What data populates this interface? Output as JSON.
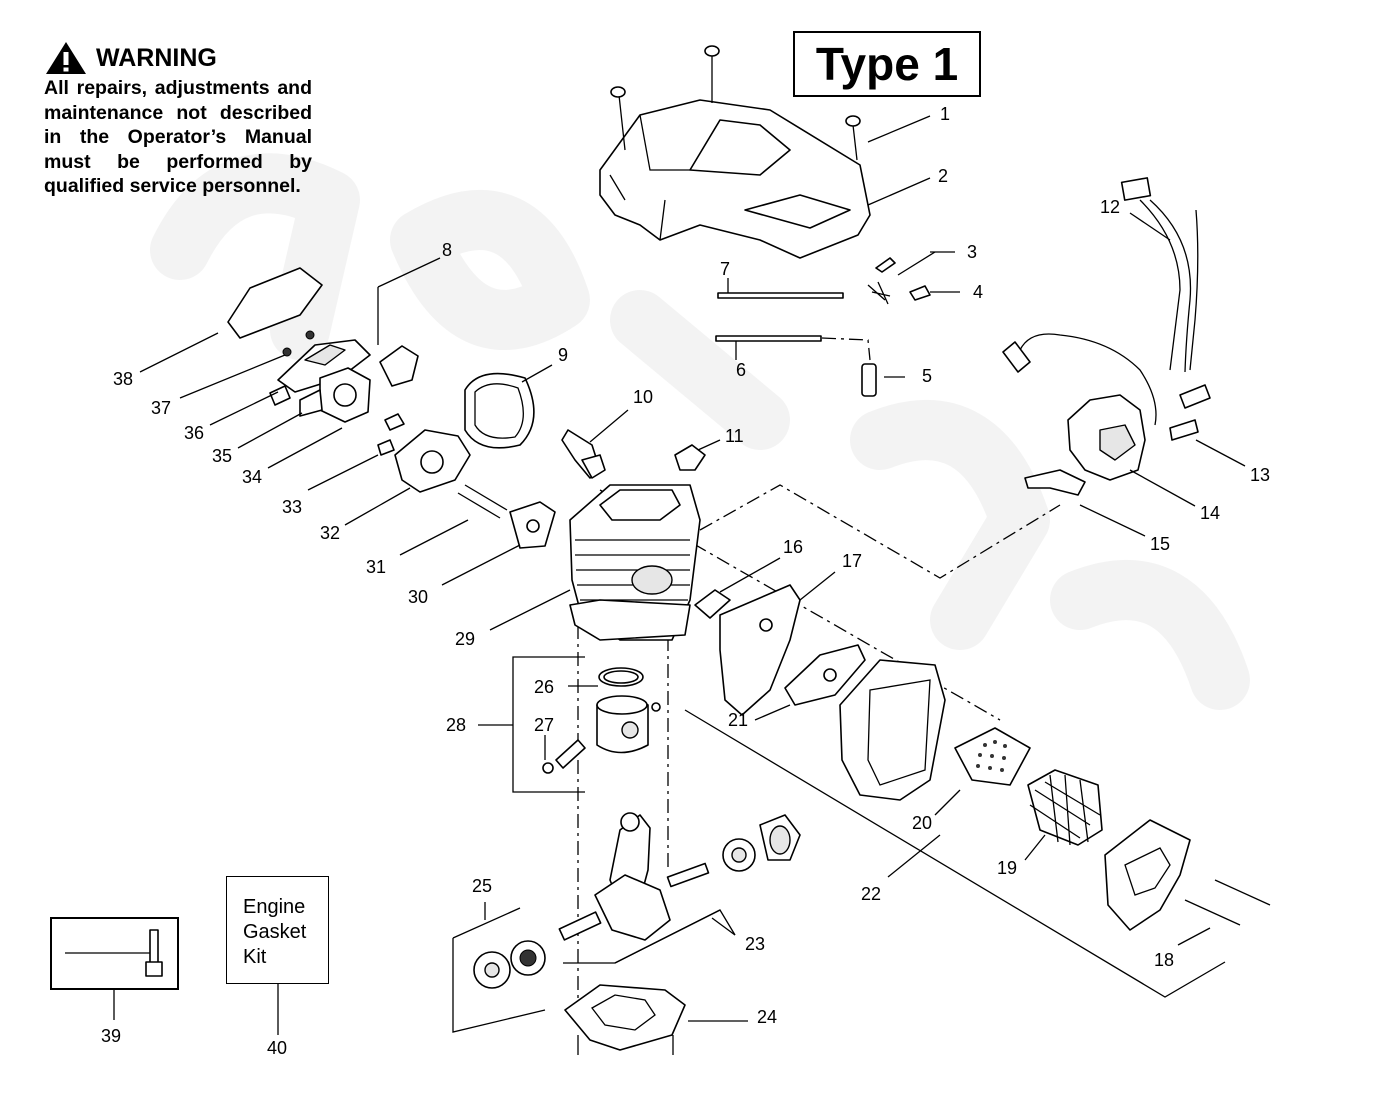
{
  "warning": {
    "heading": "WARNING",
    "body": "All repairs, adjustments and maintenance not described in the Operator’s Manual must be performed by qualified service personnel."
  },
  "type_label": "Type 1",
  "kit_label": [
    "Engine",
    "Gasket",
    "Kit"
  ],
  "callouts": {
    "p1": "1",
    "p2": "2",
    "p3": "3",
    "p4": "4",
    "p5": "5",
    "p6": "6",
    "p7": "7",
    "p8": "8",
    "p9": "9",
    "p10": "10",
    "p11": "11",
    "p12": "12",
    "p13": "13",
    "p14": "14",
    "p15": "15",
    "p16": "16",
    "p17": "17",
    "p18": "18",
    "p19": "19",
    "p20": "20",
    "p21": "21",
    "p22": "22",
    "p23": "23",
    "p24": "24",
    "p25": "25",
    "p26": "26",
    "p27": "27",
    "p28": "28",
    "p29": "29",
    "p30": "30",
    "p31": "31",
    "p32": "32",
    "p33": "33",
    "p34": "34",
    "p35": "35",
    "p36": "36",
    "p37": "37",
    "p38": "38",
    "p39": "39",
    "p40": "40"
  }
}
